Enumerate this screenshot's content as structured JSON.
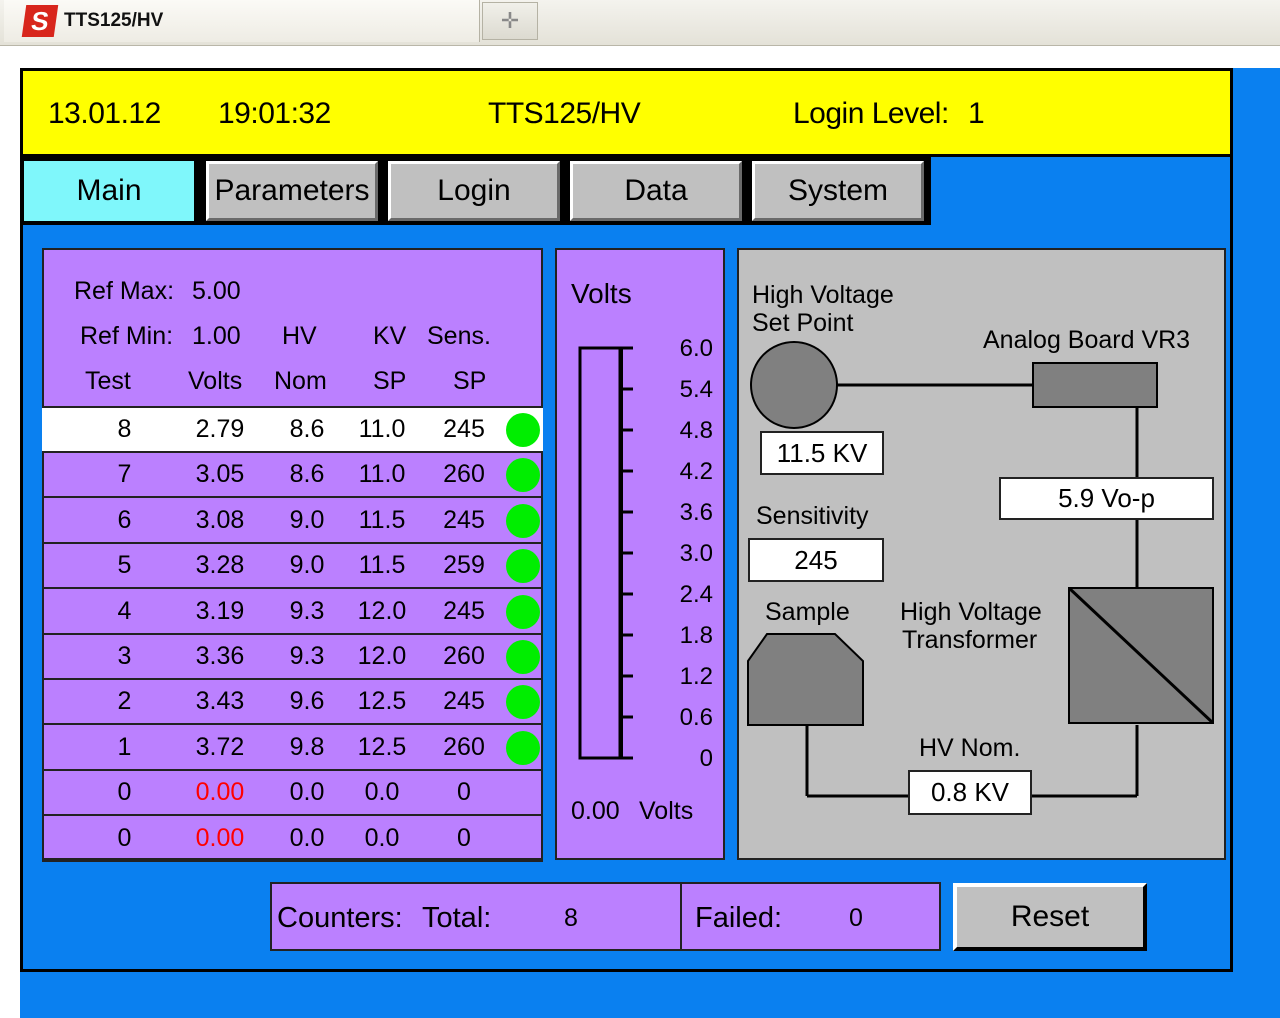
{
  "window": {
    "tab_title": "TTS125/HV",
    "new_tab_icon": "plus-icon"
  },
  "header": {
    "date": "13.01.12",
    "time": "19:01:32",
    "title": "TTS125/HV",
    "login_label": "Login Level:",
    "login_level": "1"
  },
  "nav": {
    "tabs": [
      "Main",
      "Parameters",
      "Login",
      "Data",
      "System"
    ],
    "active": "Main"
  },
  "table": {
    "ref_max_label": "Ref Max:",
    "ref_max_value": "5.00",
    "ref_min_label": "Ref Min:",
    "ref_min_value": "1.00",
    "hdr_hv": "HV",
    "hdr_kv": "KV",
    "hdr_sens": "Sens.",
    "hdr_test": "Test",
    "hdr_volts": "Volts",
    "hdr_nom": "Nom",
    "hdr_sp1": "SP",
    "hdr_sp2": "SP",
    "rows": [
      {
        "test": "8",
        "volts": "2.79",
        "hv_nom": "8.6",
        "kv_sp": "11.0",
        "sens_sp": "245",
        "status": "pass"
      },
      {
        "test": "7",
        "volts": "3.05",
        "hv_nom": "8.6",
        "kv_sp": "11.0",
        "sens_sp": "260",
        "status": "pass"
      },
      {
        "test": "6",
        "volts": "3.08",
        "hv_nom": "9.0",
        "kv_sp": "11.5",
        "sens_sp": "245",
        "status": "pass"
      },
      {
        "test": "5",
        "volts": "3.28",
        "hv_nom": "9.0",
        "kv_sp": "11.5",
        "sens_sp": "259",
        "status": "pass"
      },
      {
        "test": "4",
        "volts": "3.19",
        "hv_nom": "9.3",
        "kv_sp": "12.0",
        "sens_sp": "245",
        "status": "pass"
      },
      {
        "test": "3",
        "volts": "3.36",
        "hv_nom": "9.3",
        "kv_sp": "12.0",
        "sens_sp": "260",
        "status": "pass"
      },
      {
        "test": "2",
        "volts": "3.43",
        "hv_nom": "9.6",
        "kv_sp": "12.5",
        "sens_sp": "245",
        "status": "pass"
      },
      {
        "test": "1",
        "volts": "3.72",
        "hv_nom": "9.8",
        "kv_sp": "12.5",
        "sens_sp": "260",
        "status": "pass"
      },
      {
        "test": "0",
        "volts": "0.00",
        "hv_nom": "0.0",
        "kv_sp": "0.0",
        "sens_sp": "0",
        "status": "none"
      },
      {
        "test": "0",
        "volts": "0.00",
        "hv_nom": "0.0",
        "kv_sp": "0.0",
        "sens_sp": "0",
        "status": "none"
      }
    ],
    "pass_color": "#00ee00",
    "zero_volts_color": "#ff0000"
  },
  "gauge": {
    "title": "Volts",
    "scale": [
      "6.0",
      "5.4",
      "4.8",
      "4.2",
      "3.6",
      "3.0",
      "2.4",
      "1.8",
      "1.2",
      "0.6",
      "0"
    ],
    "max": 6.0,
    "current_value": 0.0,
    "readout_value": "0.00",
    "readout_unit": "Volts"
  },
  "schematic": {
    "hv_setpoint_label_1": "High Voltage",
    "hv_setpoint_label_2": "Set Point",
    "hv_setpoint_value": "11.5  KV",
    "analog_board_label": "Analog Board VR3",
    "analog_output_value": "5.9  Vo-p",
    "sensitivity_label": "Sensitivity",
    "sensitivity_value": "245",
    "sample_label": "Sample",
    "transformer_label_1": "High Voltage",
    "transformer_label_2": "Transformer",
    "hv_nom_label": "HV Nom.",
    "hv_nom_value": "0.8  KV"
  },
  "counters": {
    "label": "Counters:",
    "total_label": "Total:",
    "total_value": "8",
    "failed_label": "Failed:",
    "failed_value": "0"
  },
  "reset_label": "Reset",
  "colors": {
    "header_bg": "#ffff00",
    "hmi_bg": "#0a80f0",
    "panel_purple": "#bb80ff",
    "active_tab": "#7ff7fb",
    "button_grey": "#c0c0c0"
  }
}
